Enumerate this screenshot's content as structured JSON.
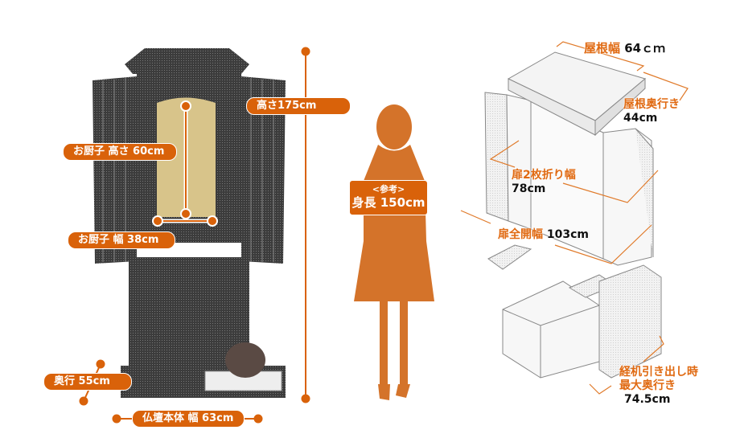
{
  "colors": {
    "accent": "#d9620a",
    "silhouette": "#d4732a",
    "cabinet": "#4a4a4a"
  },
  "left_labels": {
    "height": "高さ175cm",
    "zushi_height": "お厨子 高さ 60cm",
    "zushi_width": "お厨子 幅 38cm",
    "depth": "奥行 55cm",
    "body_width": "仏壇本体 幅 63cm"
  },
  "reference": {
    "title": "<参考>",
    "height": "身長 150cm"
  },
  "right_labels": {
    "roof_width": {
      "label": "屋根幅",
      "value": "64ｃｍ"
    },
    "roof_depth": {
      "label": "屋根奥行き",
      "value": "44cm"
    },
    "door_two_fold": {
      "label": "扉2枚折り幅",
      "value": "78cm"
    },
    "door_full": {
      "label": "扉全開幅",
      "value": "103cm"
    },
    "drawer_depth": {
      "label1": "経机引き出し時",
      "label2": "最大奥行き",
      "value": "74.5cm"
    }
  }
}
